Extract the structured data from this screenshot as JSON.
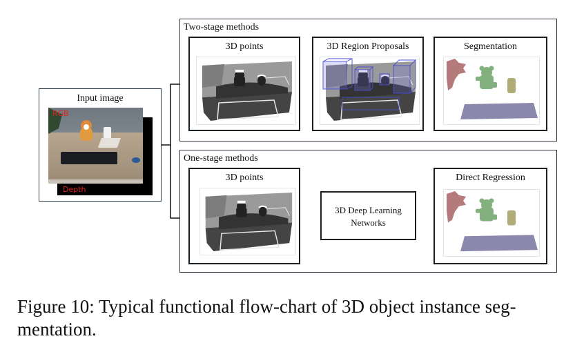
{
  "figure": {
    "caption_line1": "Figure 10: Typical functional flow-chart of 3D object instance seg-",
    "caption_line2": "mentation."
  },
  "input": {
    "title": "Input image",
    "rgb_label": "RGB",
    "depth_label": "Depth",
    "label_color": "#e0241b"
  },
  "two_stage": {
    "label": "Two-stage methods",
    "steps": [
      {
        "title": "3D points",
        "image": "gray-point-cloud"
      },
      {
        "title": "3D Region Proposals",
        "image": "point-cloud-with-blue-3d-boxes"
      },
      {
        "title": "Segmentation",
        "image": "colored-instance-segments"
      }
    ]
  },
  "one_stage": {
    "label": "One-stage methods",
    "steps": [
      {
        "title": "3D points",
        "image": "gray-point-cloud"
      },
      {
        "title_line1": "3D Deep Learning",
        "title_line2": "Networks"
      },
      {
        "title": "Direct Regression",
        "image": "colored-instance-segments"
      }
    ]
  },
  "colors": {
    "proposal_box": "#4b4fd6",
    "segment_plant": "#b57a7a",
    "segment_bear": "#82b07e",
    "segment_cup": "#b1ab78",
    "segment_keyboard": "#8b88ad"
  }
}
